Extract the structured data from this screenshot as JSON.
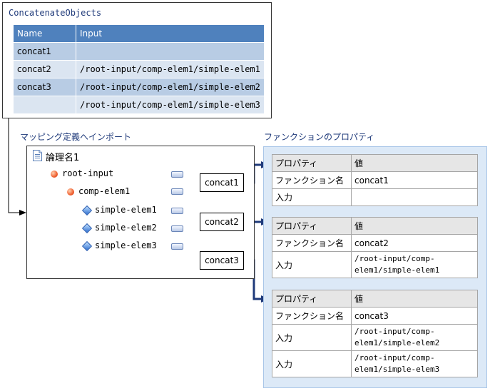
{
  "top": {
    "title": "ConcatenateObjects",
    "headers": [
      "Name",
      "Input"
    ],
    "rows": [
      [
        "concat1",
        ""
      ],
      [
        "concat2",
        "/root-input/comp-elem1/simple-elem1"
      ],
      [
        "concat3",
        "/root-input/comp-elem1/simple-elem2"
      ],
      [
        "",
        "/root-input/comp-elem1/simple-elem3"
      ]
    ]
  },
  "mapping": {
    "label": "マッピング定義へインポート",
    "root_name": "論理名1",
    "tree": [
      "root-input",
      "comp-elem1",
      "simple-elem1",
      "simple-elem2",
      "simple-elem3"
    ],
    "functions": [
      "concat1",
      "concat2",
      "concat3"
    ]
  },
  "properties": {
    "label": "ファンクションのプロパティ",
    "tables": [
      {
        "rows": [
          [
            "プロパティ",
            "値"
          ],
          [
            "ファンクション名",
            "concat1"
          ],
          [
            "入力",
            ""
          ]
        ]
      },
      {
        "rows": [
          [
            "プロパティ",
            "値"
          ],
          [
            "ファンクション名",
            "concat2"
          ],
          [
            "入力",
            "/root-input/comp-elem1/simple-elem1"
          ]
        ]
      },
      {
        "rows": [
          [
            "プロパティ",
            "値"
          ],
          [
            "ファンクション名",
            "concat3"
          ],
          [
            "入力",
            "/root-input/comp-elem1/simple-elem2"
          ],
          [
            "入力",
            "/root-input/comp-elem1/simple-elem3"
          ]
        ]
      }
    ]
  },
  "icons": {
    "root": "document-icon",
    "complex": "red-circle-icon",
    "simple": "blue-diamond-icon",
    "port": "port-icon"
  },
  "colors": {
    "header_blue": "#4f81bd",
    "row_dark": "#b8cce4",
    "row_light": "#dbe5f1",
    "panel": "#dce9f7",
    "arrow": "#1f3a7a"
  }
}
